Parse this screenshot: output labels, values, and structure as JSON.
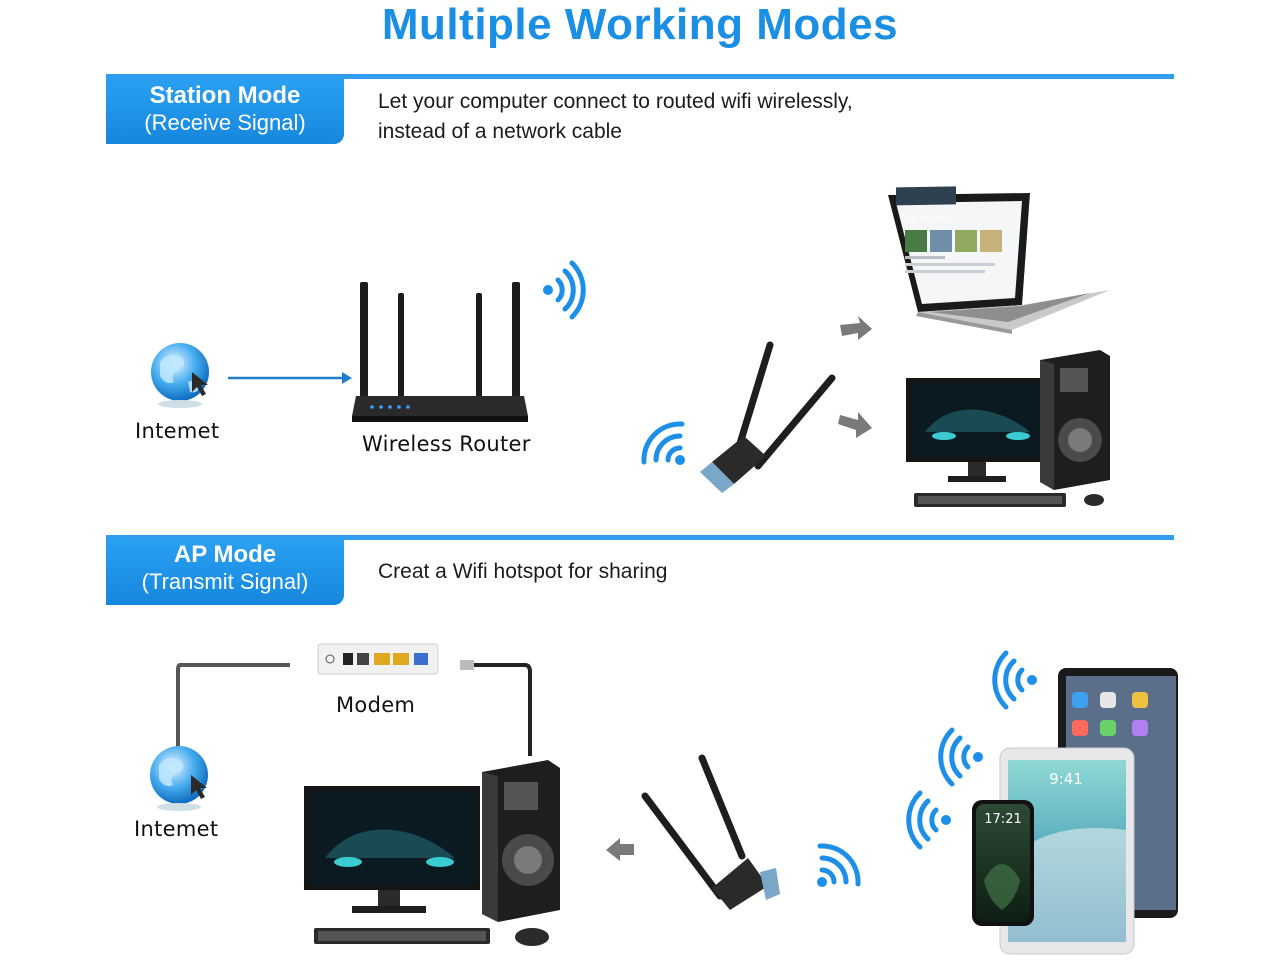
{
  "title": "Multiple Working Modes",
  "station": {
    "badge_title": "Station Mode",
    "badge_sub": "(Receive Signal)",
    "description_line1": "Let your computer connect to routed wifi wirelessly,",
    "description_line2": "instead of a network cable",
    "internet_label": "Intemet",
    "router_label": "Wireless Router",
    "laptop_screen_text": "City Bulletin"
  },
  "ap": {
    "badge_title": "AP Mode",
    "badge_sub": "(Transmit Signal)",
    "description": "Creat a Wifi hotspot for sharing",
    "modem_label": "Modem",
    "internet_label": "Intemet",
    "phone_time": "17:21",
    "tablet_time": "9:41"
  },
  "colors": {
    "accent": "#1a8fe3",
    "wifi": "#1d8fe8",
    "arrow": "#7a7a7a"
  }
}
